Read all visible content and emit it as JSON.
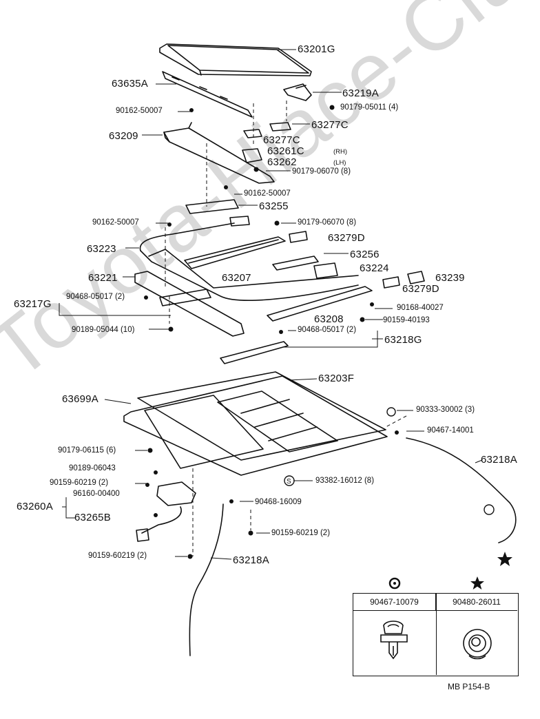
{
  "watermark": "Toyota-Hiace-Club.ru",
  "figure_ref": "MB  P154-B",
  "parts": {
    "p63201G": "63201G",
    "p63635A": "63635A",
    "p63219A": "63219A",
    "p90162_a": "90162-50007",
    "p90179_05011": "90179-05011 (4)",
    "p63209": "63209",
    "p63277C_a": "63277C",
    "p63277C_b": "63277C",
    "p63261C": "63261C",
    "rh": "(RH)",
    "p63262": "63262",
    "lh": "(LH)",
    "p90179_06070_a": "90179-06070 (8)",
    "p90162_b": "90162-50007",
    "p63255": "63255",
    "p90162_c": "90162-50007",
    "p90179_06070_b": "90179-06070 (8)",
    "p63279D_a": "63279D",
    "p63223": "63223",
    "p63256": "63256",
    "p63207": "63207",
    "p63224": "63224",
    "p63221": "63221",
    "p63239": "63239",
    "p63279D_b": "63279D",
    "p63217G": "63217G",
    "p90468_05017_a": "90468-05017 (2)",
    "p90168_40027": "90168-40027",
    "p63208": "63208",
    "p90159_40193": "90159-40193",
    "p90189_05044": "90189-05044 (10)",
    "p90468_05017_b": "90468-05017 (2)",
    "p63218G": "63218G",
    "p63203F": "63203F",
    "p63699A": "63699A",
    "p90333": "90333-30002 (3)",
    "p90467_14001": "90467-14001",
    "p90179_06115": "90179-06115 (6)",
    "p63218A_a": "63218A",
    "p90189_06043": "90189-06043",
    "p93382": "93382-16012 (8)",
    "p90159_60219_a": "90159-60219 (2)",
    "p96160": "96160-00400",
    "p63260A": "63260A",
    "p90468_16009": "90468-16009",
    "p63265B": "63265B",
    "p90159_60219_b": "90159-60219 (2)",
    "p90159_60219_c": "90159-60219 (2)",
    "p63218A_b": "63218A"
  },
  "legend": {
    "col1": "90467-10079",
    "col2": "90480-26011",
    "sym1": "circle-arrow",
    "sym2": "star"
  }
}
